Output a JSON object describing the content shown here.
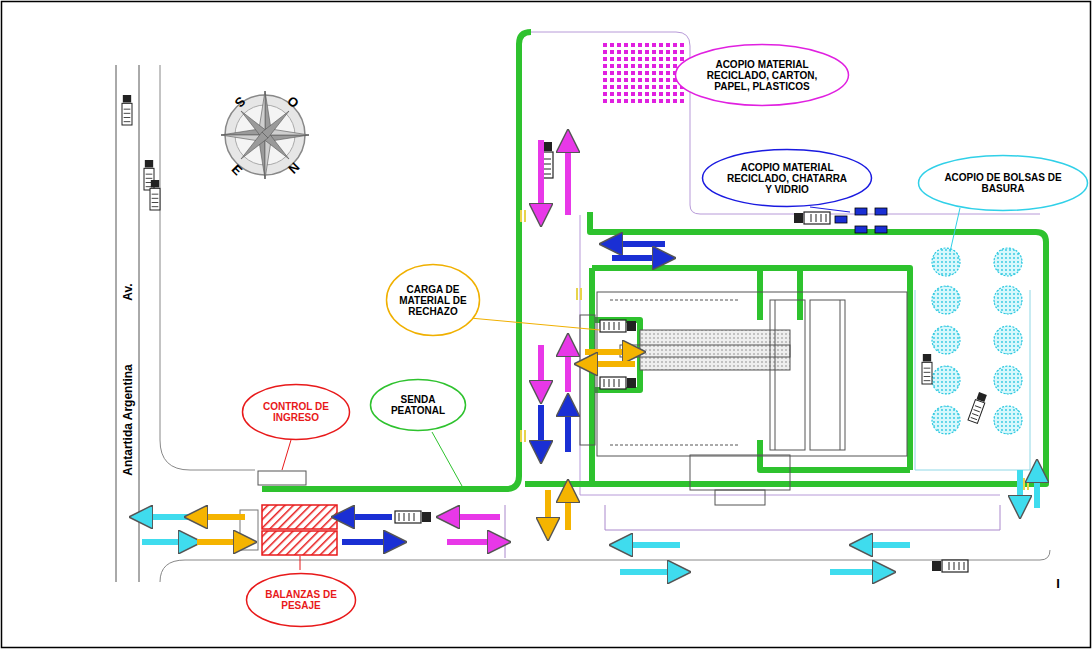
{
  "diagram": {
    "nodes": [
      {
        "text": [
          "ACOPIO MATERIAL RECICLADO, CARTON, PAPEL, PLASTICOS"
        ]
      },
      {
        "text": [
          "ACOPIO MATERIAL RECICLADO, CHATARRA Y VIDRIO"
        ]
      },
      {
        "text": [
          "ACOPIO DE BOLSAS DE BASURA"
        ]
      },
      {
        "text": [
          "CARGA DE MATERIAL DE RECHAZO"
        ]
      },
      {
        "text": [
          "CONTROL DE INGRESO"
        ]
      },
      {
        "text": [
          "SENDA PEATONAL"
        ]
      },
      {
        "text": [
          "BALANZAS DE PESAJE"
        ]
      }
    ],
    "labels": [
      "Av.",
      "Antartida Argentina",
      "S",
      "O",
      "E",
      "N",
      "I"
    ]
  }
}
